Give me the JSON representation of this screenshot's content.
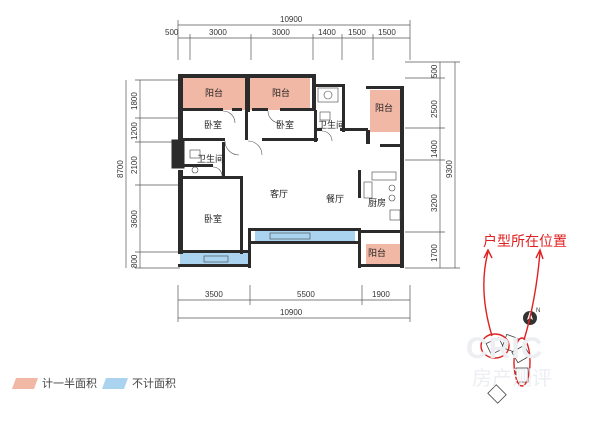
{
  "dimensions": {
    "top_total": "10900",
    "top_segments": [
      "500",
      "3000",
      "3000",
      "1400",
      "1500",
      "1500"
    ],
    "bottom_segments": [
      "3500",
      "5500",
      "1900"
    ],
    "bottom_total": "10900",
    "left_total": "8700",
    "left_segments": [
      "1800",
      "1200",
      "2100",
      "3600",
      "800"
    ],
    "right_total": "9300",
    "right_segments": [
      "500",
      "2500",
      "1400",
      "3200",
      "1700"
    ]
  },
  "rooms": {
    "balcony_1": "阳台",
    "balcony_2": "阳台",
    "balcony_3": "阳台",
    "balcony_4": "阳台",
    "bedroom_1": "卧室",
    "bedroom_2": "卧室",
    "bedroom_3": "卧室",
    "bathroom_1": "卫生间",
    "bathroom_2": "卫生间",
    "living_room": "客厅",
    "dining_room": "餐厅",
    "kitchen": "厨房"
  },
  "legend": {
    "half_area": "计一半面积",
    "no_area": "不计面积"
  },
  "callout": "户型所在位置",
  "watermark": "CRIC",
  "watermark_sub": "房产测评",
  "colors": {
    "half_area": "#f2b8a6",
    "no_area": "#a9d3ef",
    "walls": "#2b2b2b",
    "callout": "#e02020"
  }
}
